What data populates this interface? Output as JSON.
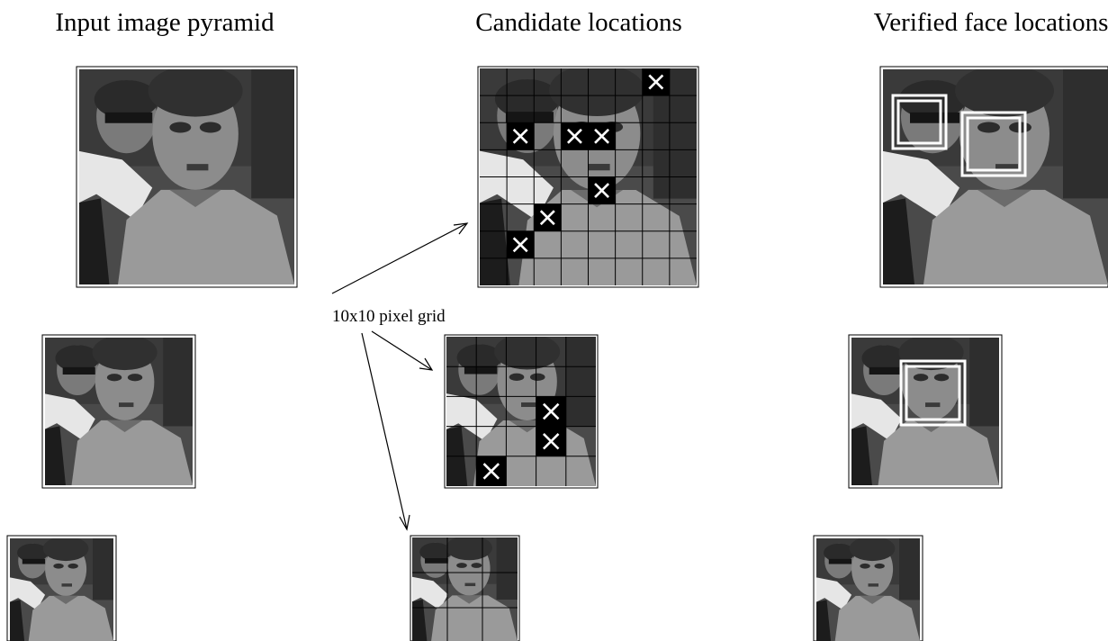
{
  "columns": {
    "input": "Input image pyramid",
    "candidates": "Candidate locations",
    "verified": "Verified face locations"
  },
  "grid_label": "10x10 pixel grid",
  "marker_glyph": "✕",
  "pyramid_levels": [
    {
      "level": 1,
      "grid_divisions": 8,
      "candidate_cells": [
        [
          6,
          0
        ],
        [
          1,
          2
        ],
        [
          3,
          2
        ],
        [
          4,
          2
        ],
        [
          4,
          4
        ],
        [
          2,
          5
        ],
        [
          1,
          6
        ]
      ],
      "verified_faces": 2
    },
    {
      "level": 2,
      "grid_divisions": 5,
      "candidate_cells": [
        [
          3,
          2
        ],
        [
          3,
          3
        ],
        [
          1,
          4
        ]
      ],
      "verified_faces": 1
    },
    {
      "level": 3,
      "grid_divisions": 3,
      "candidate_cells": [],
      "verified_faces": 0
    }
  ],
  "colors": {
    "line": "#000000",
    "marker_bg": "#000000",
    "marker_fg": "#ffffff",
    "face_box": "#ffffff"
  }
}
